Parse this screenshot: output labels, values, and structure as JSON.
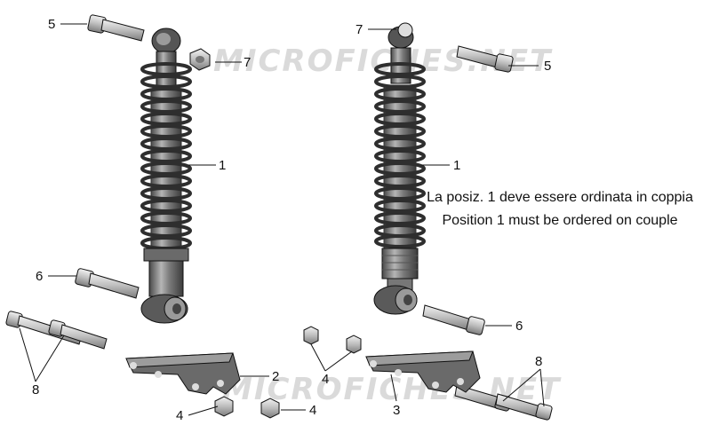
{
  "watermark": "MICROFICHES.NET",
  "note": {
    "line1": "La posiz. 1 deve essere ordinata in coppia",
    "line2": "Position 1 must be ordered on couple"
  },
  "callouts": [
    {
      "id": "c5a",
      "label": "5"
    },
    {
      "id": "c7a",
      "label": "7"
    },
    {
      "id": "c1a",
      "label": "1"
    },
    {
      "id": "c6a",
      "label": "6"
    },
    {
      "id": "c8a",
      "label": "8"
    },
    {
      "id": "c2",
      "label": "2"
    },
    {
      "id": "c4a",
      "label": "4"
    },
    {
      "id": "c4b",
      "label": "4"
    },
    {
      "id": "c7b",
      "label": "7"
    },
    {
      "id": "c5b",
      "label": "5"
    },
    {
      "id": "c1b",
      "label": "1"
    },
    {
      "id": "c6b",
      "label": "6"
    },
    {
      "id": "c4c",
      "label": "4"
    },
    {
      "id": "c3",
      "label": "3"
    },
    {
      "id": "c8b",
      "label": "8"
    }
  ],
  "colors": {
    "metal_dark": "#555555",
    "metal_mid": "#8a8a8a",
    "metal_light": "#c8c8c8",
    "line": "#111111"
  }
}
